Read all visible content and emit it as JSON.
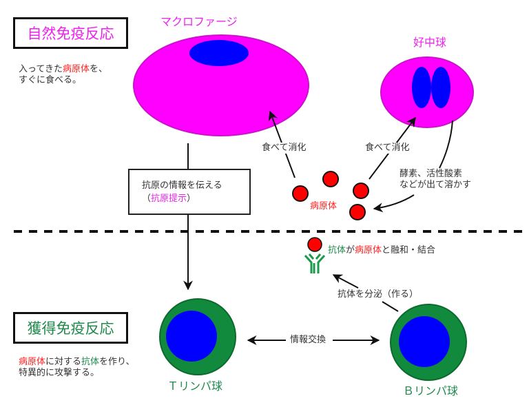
{
  "colors": {
    "cell_magenta": "#ff00ff",
    "cell_magenta_stroke": "#cc10cc",
    "nucleus_blue": "#0000ff",
    "lymph_green": "#118a3e",
    "lymph_green_stroke": "#0b6a2c",
    "pathogen_red": "#ff0000",
    "antibody_green": "#1a9a4a",
    "label_magenta": "#ee22ee",
    "label_red": "#ff2020",
    "label_green": "#1f8a4c",
    "text_gray": "#333333"
  },
  "innate": {
    "title": "自然免疫反応",
    "desc_line1_pre": "入ってきた",
    "desc_line1_highlight": "病原体",
    "desc_line1_post": "を、",
    "desc_line2": "すぐに食べる。"
  },
  "acquired": {
    "title": "獲得免疫反応",
    "desc_line1_highlight1": "病原体",
    "desc_line1_mid": "に対する",
    "desc_line1_highlight2": "抗体",
    "desc_line1_post": "を作り、",
    "desc_line2": "特異的に攻撃する。"
  },
  "cells": {
    "macrophage": "マクロファージ",
    "neutrophil": "好中球",
    "t_cell": "Ｔリンパ球",
    "b_cell": "Ｂリンパ球",
    "pathogen": "病原体"
  },
  "arrows": {
    "eat_digest_1": "食べて消化",
    "eat_digest_2": "食べて消化",
    "enzyme_line1": "酵素、活性酸素",
    "enzyme_line2": "などが出て溶かす",
    "info_exchange": "情報交換",
    "secrete_antibody": "抗体を分泌（作る）"
  },
  "antigen_box": {
    "line1": "抗原の情報を伝える",
    "line2_open": "（",
    "line2_highlight": "抗原提示",
    "line2_close": "）"
  },
  "antibody": {
    "label_highlight1": "抗体",
    "label_mid": "が",
    "label_highlight2": "病原体",
    "label_post": "と融和・結合"
  }
}
